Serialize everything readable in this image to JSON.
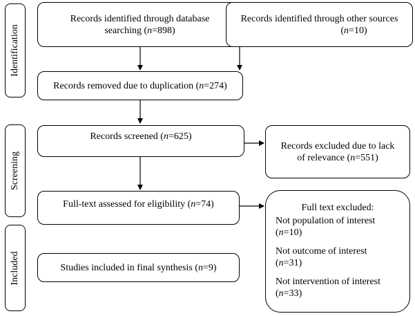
{
  "stages": {
    "identification": "Identification",
    "screening": "Screening",
    "included": "Included"
  },
  "boxes": {
    "db_search": {
      "line1": "Records identified through database",
      "line2_pre": "searching (",
      "n": "n",
      "line2_post": "=898)"
    },
    "other_sources": {
      "line1": "Records identified through other sources",
      "line2_pre": "(",
      "n": "n",
      "line2_post": "=10)"
    },
    "duplicates": {
      "pre": "Records removed due to duplication (",
      "n": "n",
      "post": "=274)"
    },
    "screened": {
      "pre": "Records screened (",
      "n": "n",
      "post": "=625)"
    },
    "excluded_relevance": {
      "line1": "Records excluded due to lack",
      "line2_pre": "of relevance (",
      "n": "n",
      "line2_post": "=551)"
    },
    "fulltext": {
      "pre": "Full-text assessed for eligibility (",
      "n": "n",
      "post": "=74)"
    },
    "included": {
      "pre": "Studies included in final synthesis (",
      "n": "n",
      "post": "=9)"
    },
    "fulltext_excluded": {
      "title": "Full text excluded:",
      "items": [
        {
          "label": "Not population of interest",
          "n": "n",
          "count": "=10)",
          "open": "("
        },
        {
          "label": "Not outcome of interest",
          "n": "n",
          "count": "=31)",
          "open": "("
        },
        {
          "label": "Not intervention of interest",
          "n": "n",
          "count": "=33)",
          "open": "("
        }
      ]
    }
  }
}
